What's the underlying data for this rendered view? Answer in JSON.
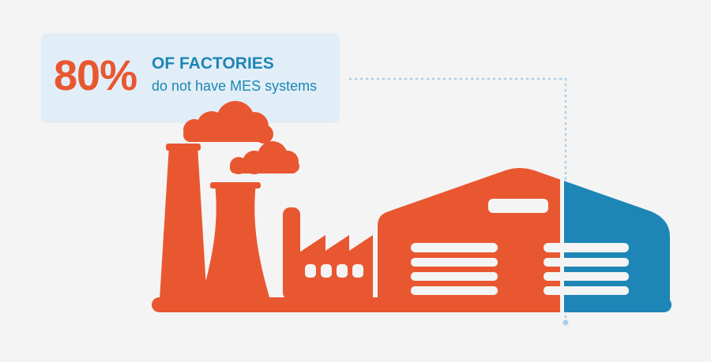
{
  "stat": {
    "percent": "80%",
    "heading": "OF FACTORIES",
    "description": "do not have MES systems",
    "share_without_mes": 0.8
  },
  "colors": {
    "accent_orange": "#e95731",
    "accent_blue": "#1d86b6",
    "card_background": "#e2eef7",
    "page_background": "#f4f4f4",
    "leader_line": "#a9cfe6"
  },
  "icons": [
    "factory-illustration",
    "smoke-cloud-icon",
    "chimney-icon",
    "cooling-tower-icon",
    "warehouse-icon"
  ]
}
